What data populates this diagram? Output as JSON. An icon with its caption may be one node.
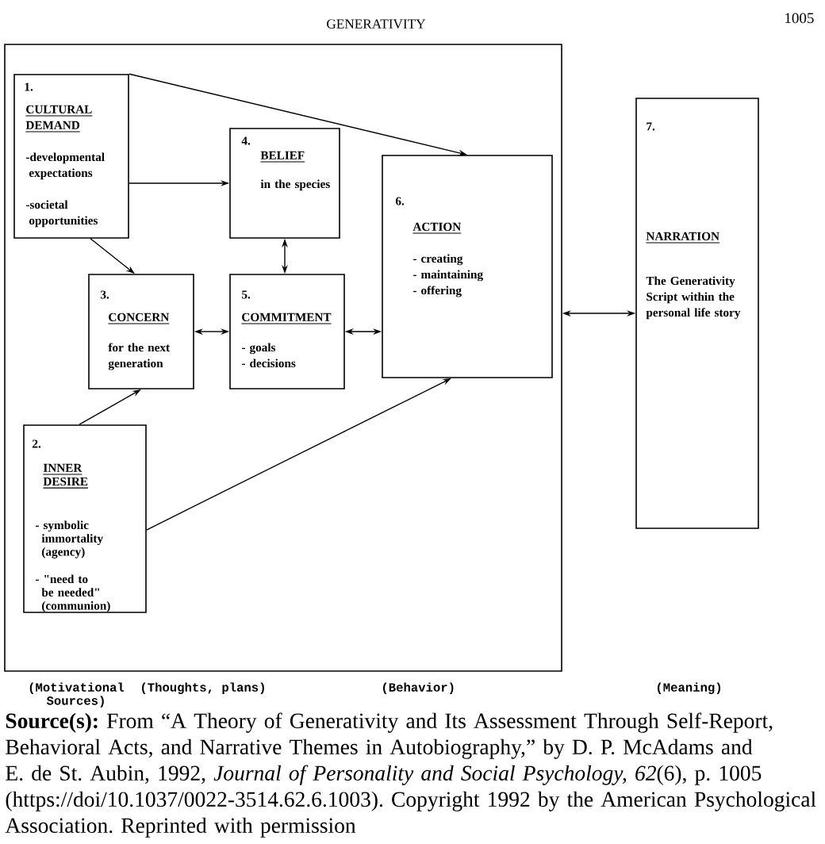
{
  "diagram": {
    "title": "GENERATIVITY",
    "caption": "**Source(s):** From “A Theory of Generativity and Its Assessment Through Self-Report, Behavioral Acts, and Narrative Themes in Autobiography,” by D. P. McAdams and E. de St. Aubin, 1992, *Journal of Personality and Social Psychology, 62*(6), p. 1005 (https://doi/10.1037/0022-3514.62.6.1003). Copyright 1992 by the American Psychological Association. Reprinted with permission",
    "nodes": [
      {
        "text": [],
        "shape": "box"
      },
      {
        "text": [
          "1.",
          "CULTURAL DEMAND",
          "-developmental expectations",
          "-societal opportunities"
        ],
        "in": 0
      },
      {
        "text": [
          "2.",
          "INNER DESIRE",
          "- symbolic immortality (agency)",
          "- \"need to be needed\" (communion)"
        ],
        "in": 0
      },
      {
        "text": [
          "3.",
          "CONCERN",
          "for the next generation"
        ],
        "in": 0
      },
      {
        "text": [
          "4.",
          "BELIEF",
          "in the species"
        ],
        "in": 0
      },
      {
        "text": [
          "5.",
          "COMMITMENT",
          "- goals",
          "- decisions"
        ],
        "in": 0
      },
      {
        "text": [
          "6.",
          "ACTION",
          "- creating",
          "- maintaining",
          "- offering"
        ],
        "in": 0
      },
      {
        "text": [
          "7.",
          "NARRATION",
          "The Generativity Script within the personal life story"
        ]
      }
    ],
    "edges": [
      {
        "from": 1,
        "to": 4,
        "arrow": "to"
      },
      {
        "from": 1,
        "to": 3,
        "arrow": "to"
      },
      {
        "from": 1,
        "to": 6,
        "arrow": "to"
      },
      {
        "from": 2,
        "to": 3,
        "arrow": "to"
      },
      {
        "from": 2,
        "to": 6,
        "arrow": "to"
      },
      {
        "from": 4,
        "to": 5,
        "arrow": "both"
      },
      {
        "from": 3,
        "to": 5,
        "arrow": "both"
      },
      {
        "from": 5,
        "to": 6,
        "arrow": "both"
      },
      {
        "from": 0,
        "to": 7,
        "arrow": "both"
      }
    ],
    "labels": [
      "1005",
      "(Motivational Sources)",
      "(Thoughts, plans)",
      "(Behavior)",
      "(Meaning)"
    ]
  }
}
